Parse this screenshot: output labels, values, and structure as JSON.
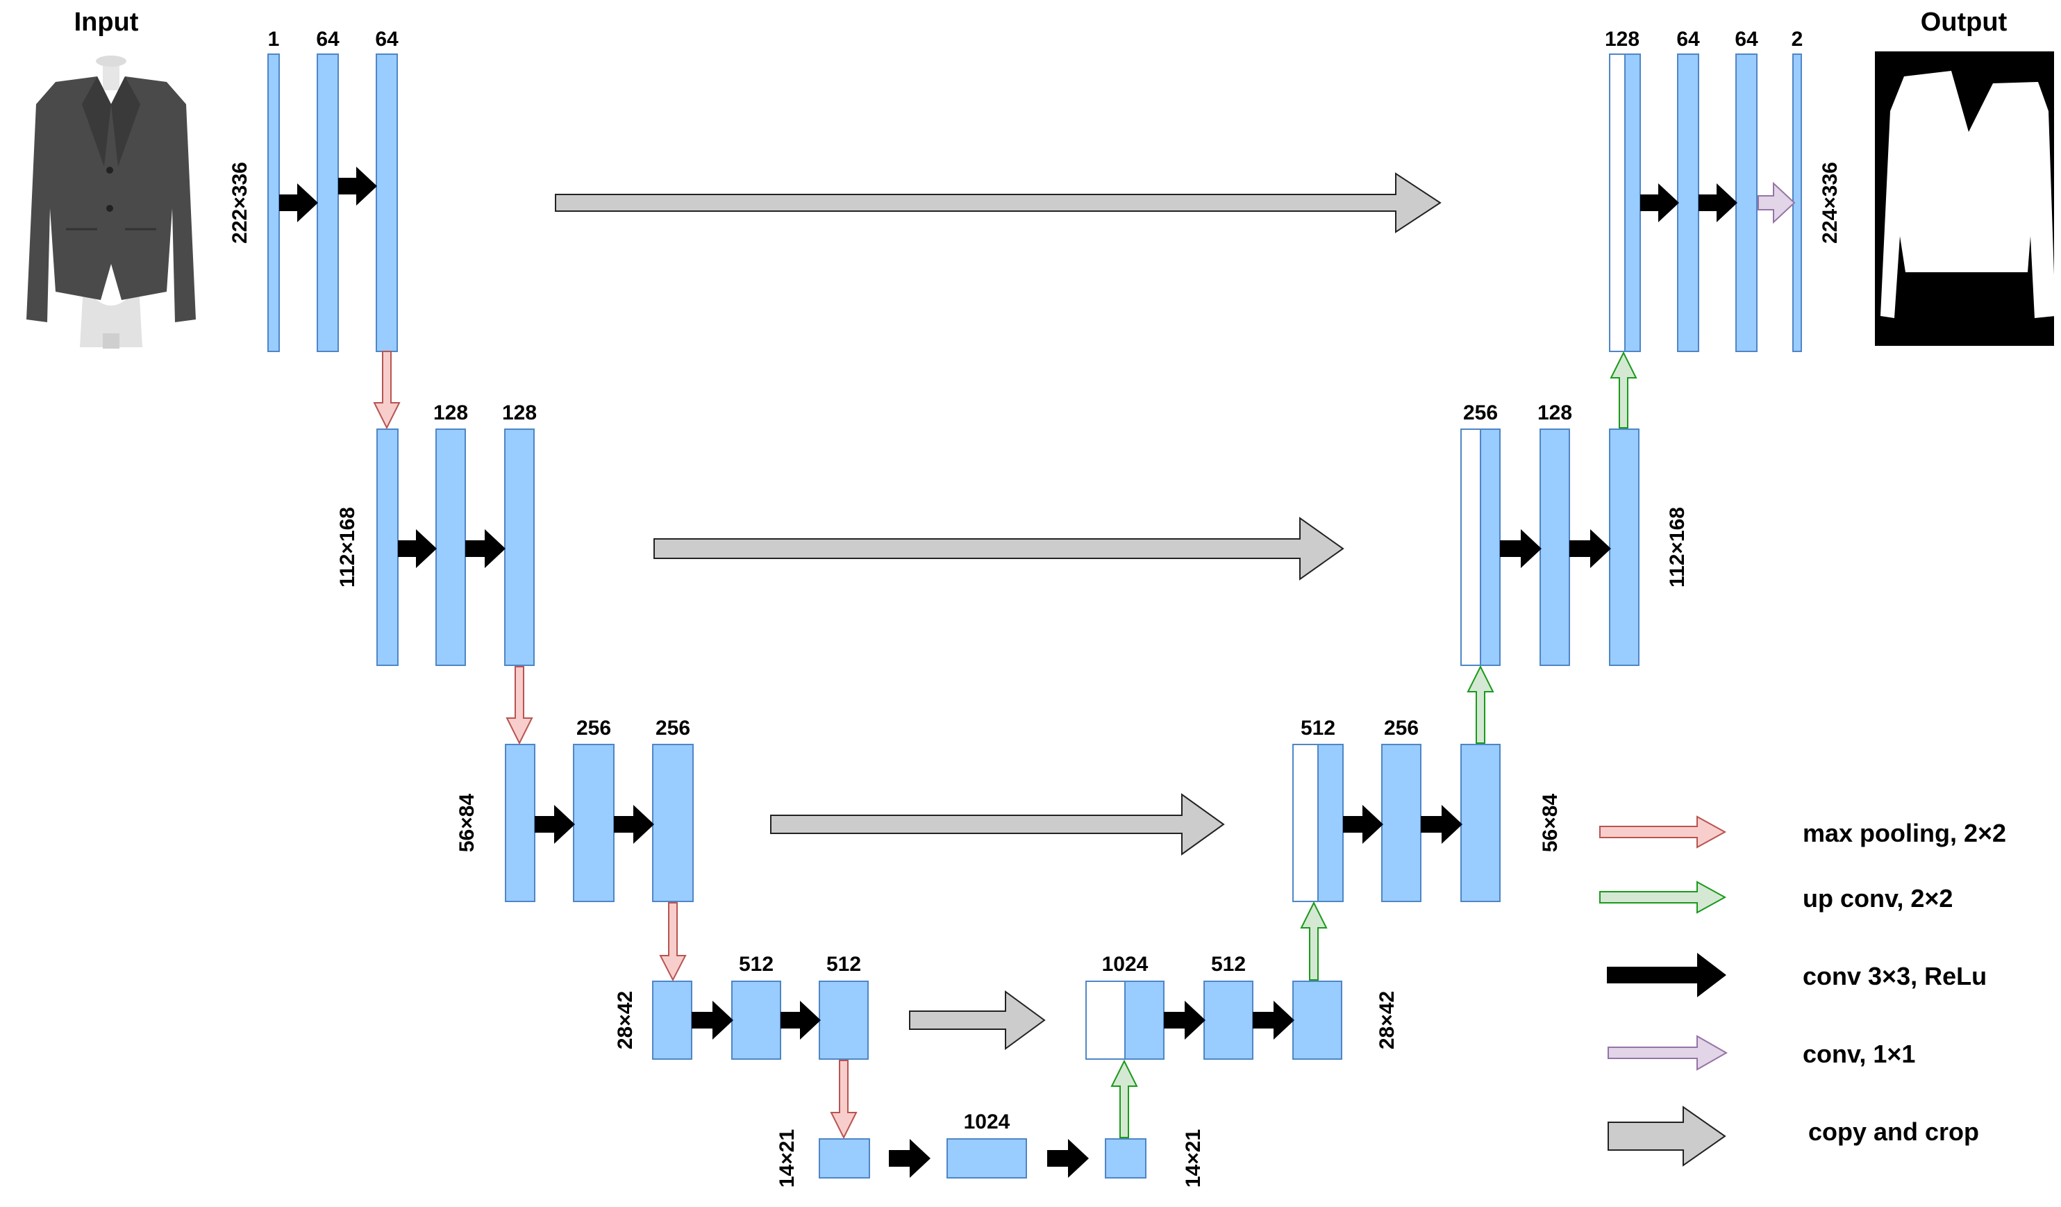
{
  "input_label": "Input",
  "output_label": "Output",
  "colors": {
    "block_fill": "#99ccff",
    "block_stroke": "#4f86c6",
    "concat_fill": "#ffffff",
    "conv_arrow": "#000000",
    "maxpool_fill": "#f8cecc",
    "maxpool_stroke": "#b85450",
    "upconv_fill": "#d5e8d4",
    "upconv_stroke": "#1a9a1a",
    "conv1x1_fill": "#e1d5e7",
    "conv1x1_stroke": "#9673a6",
    "copy_fill": "#cccccc",
    "copy_stroke": "#222222"
  },
  "channels": {
    "enc1": [
      "1",
      "64",
      "64"
    ],
    "enc2": [
      "128",
      "128"
    ],
    "enc3": [
      "256",
      "256"
    ],
    "enc4": [
      "512",
      "512"
    ],
    "bottleneck": "1024",
    "dec4": [
      "1024",
      "512"
    ],
    "dec3": [
      "512",
      "256"
    ],
    "dec2": [
      "256",
      "128"
    ],
    "dec1": [
      "128",
      "64",
      "64",
      "2"
    ]
  },
  "resolutions": {
    "enc1": "222×336",
    "enc2": "112×168",
    "enc3": "56×84",
    "enc4": "28×42",
    "bottom_left": "14×21",
    "bottom_right": "14×21",
    "dec4": "28×42",
    "dec3": "56×84",
    "dec2": "112×168",
    "dec1": "224×336"
  },
  "legend": {
    "max_pooling": "max pooling, 2×2",
    "up_conv": "up conv,  2×2",
    "conv3x3": "conv 3×3, ReLu",
    "conv1x1": "conv, 1×1",
    "copy_crop": "copy and crop"
  }
}
